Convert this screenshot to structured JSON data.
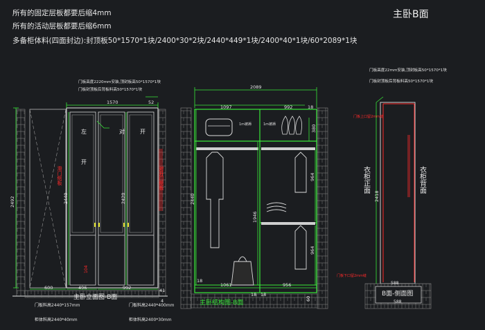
{
  "sheet_title": "主卧B面",
  "notes": [
    "所有的固定层板都要后缩4mm",
    "所有的活动层板都要后缩6mm",
    "多备柜体料(四面封边):封顶板50*1570*1块/2400*30*2块/2440*449*1块/2400*40*1块/60*2089*1块"
  ],
  "front_view": {
    "caption": "主卧立面图-B面",
    "dim_total_height": "2492",
    "dim_total_width": "1570",
    "dim_top_right": "52",
    "dim_left_body": "2440",
    "dim_right_body": "2420",
    "dim_bottom_left": "600",
    "dim_bottom_mid": "496",
    "dim_bottom_right": "992",
    "dim_base": "41",
    "dim_bottom_edge": "4",
    "dim_small": "104",
    "door_label_left": [
      "左",
      "开"
    ],
    "door_label_right": [
      "对",
      "开"
    ],
    "side_note_red_left": "滑门侧板",
    "side_note_red_right": "对开门侧板",
    "top_note_1": "门板高度2220mm安装,顶封板高50*1570*1块",
    "top_note_2": "门板封顶板后背板料高50*1570*1块",
    "bottom_note_left_1": "门板料高2440*157mm",
    "bottom_note_left_2": "柜体料高2440*40mm",
    "bottom_note_right_1": "门板料高2440*400mm",
    "bottom_note_right_2": "柜体料高2400*30mm"
  },
  "structure_view": {
    "caption": "主卧结构图-B面",
    "dim_total_width": "2089",
    "dim_left_width": "1097",
    "dim_right_width": "992",
    "dim_top_right": "18",
    "dim_top_shelf": "380",
    "dim_left_height": "2440",
    "dim_mid_height": "1946",
    "dim_right_upper": "964",
    "dim_right_lower": "964",
    "dim_bottom_left": "1061",
    "dim_bottom_right": "956",
    "dim_bottom_small_1": "18",
    "dim_bottom_small_2": "18",
    "dim_bottom_edge": "60",
    "dim_side_18": "18",
    "item_label_left": "1m被褥",
    "item_label_mid": "1m被褥"
  },
  "side_view": {
    "caption": "B面-侧面图",
    "top_note_1": "门板高度22mm安装,顶封板高50*1570*1块",
    "top_note_2": "门板封顶板后背板料高50*1570*1块",
    "dim_height": "2418",
    "dim_base_inner": "588",
    "dim_base_outer": "588",
    "left_label": "衣柜正面",
    "right_label": "衣柜背面",
    "red_note_top": "门板上口留2mm缝",
    "red_note_bottom": "门板下口留2mm缝"
  },
  "colors": {
    "background": "#1b1d20",
    "line_white": "#e6e6e6",
    "line_green": "#38e838",
    "line_red": "#ff2a2a",
    "line_yellow": "#e8e830",
    "line_gray": "#8c8c8c"
  }
}
